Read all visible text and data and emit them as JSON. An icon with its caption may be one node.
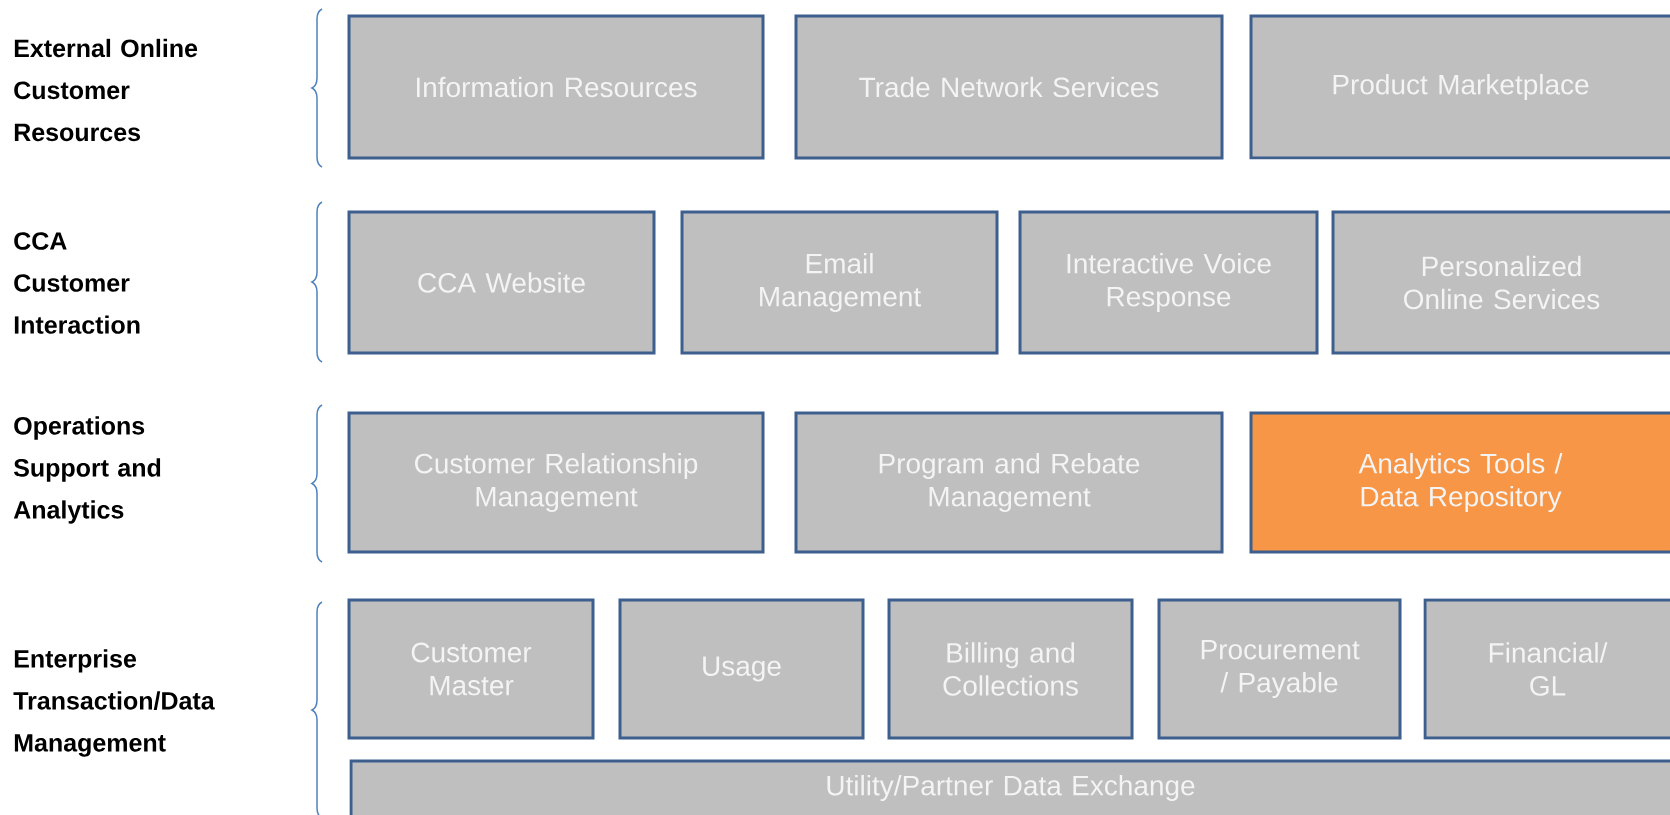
{
  "diagram": {
    "nodes": [
      {
        "text": [
          "Information Resources"
        ]
      },
      {
        "text": [
          "Trade Network Services"
        ]
      },
      {
        "text": [
          "Product Marketplace"
        ]
      },
      {
        "text": [
          "CCA Website"
        ]
      },
      {
        "text": [
          "Email Management"
        ]
      },
      {
        "text": [
          "Interactive Voice Response"
        ]
      },
      {
        "text": [
          "Personalized Online Services"
        ]
      },
      {
        "text": [
          "Customer Relationship Management"
        ]
      },
      {
        "text": [
          "Program and Rebate Management"
        ]
      },
      {
        "text": [
          "Analytics Tools / Data Repository"
        ]
      },
      {
        "text": [
          "Customer Master"
        ]
      },
      {
        "text": [
          "Usage"
        ]
      },
      {
        "text": [
          "Billing and Collections"
        ]
      },
      {
        "text": [
          "Procurement / Payable"
        ]
      },
      {
        "text": [
          "Financial/ GL"
        ]
      },
      {
        "text": [
          "Utility/Partner Data Exchange"
        ]
      }
    ],
    "labels": [
      "External Online Customer Resources",
      "CCA Customer Interaction",
      "Operations Support and Analytics",
      "Enterprise Transaction/Data Management"
    ]
  }
}
